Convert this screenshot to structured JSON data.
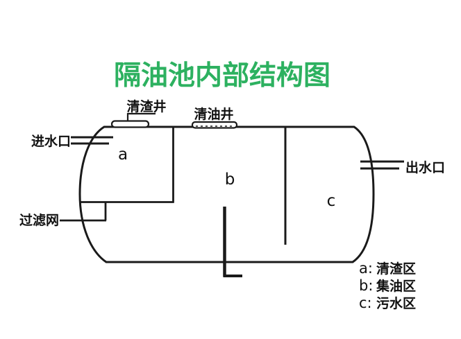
{
  "title": {
    "text": "隔油池内部结构图"
  },
  "labels": {
    "slag_well": "清渣井",
    "oil_well": "清油井",
    "inlet": "进水口",
    "outlet": "出水口",
    "filter": "过滤网"
  },
  "zones": {
    "a": "a",
    "b": "b",
    "c": "c"
  },
  "legend": {
    "items": [
      {
        "key": "a:",
        "name": "清渣区"
      },
      {
        "key": "b:",
        "name": "集油区"
      },
      {
        "key": "c:",
        "name": "污水区"
      }
    ]
  },
  "colors": {
    "title_green": "#2db160",
    "line": "#1a1a1a"
  }
}
